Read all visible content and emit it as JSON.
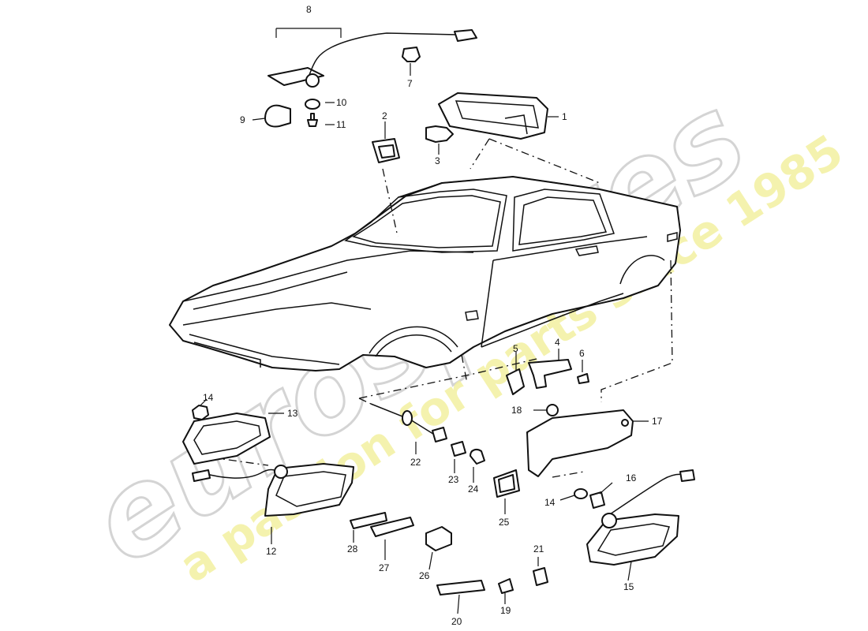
{
  "watermark": {
    "brand": "eurospares",
    "tagline": "a passion for parts since 1985",
    "brand_color": "#d4d4d4",
    "tagline_color": "#f3f0a0"
  },
  "callouts": {
    "c1": "1",
    "c2": "2",
    "c3": "3",
    "c4": "4",
    "c5": "5",
    "c6": "6",
    "c7": "7",
    "c8": "8",
    "c9": "9",
    "c10": "10",
    "c11": "11",
    "c12": "12",
    "c13": "13",
    "c14a": "14",
    "c14b": "14",
    "c15": "15",
    "c16": "16",
    "c17": "17",
    "c18": "18",
    "c19": "19",
    "c20": "20",
    "c21": "21",
    "c22": "22",
    "c23": "23",
    "c24": "24",
    "c25": "25",
    "c26": "26",
    "c27": "27",
    "c28": "28"
  }
}
